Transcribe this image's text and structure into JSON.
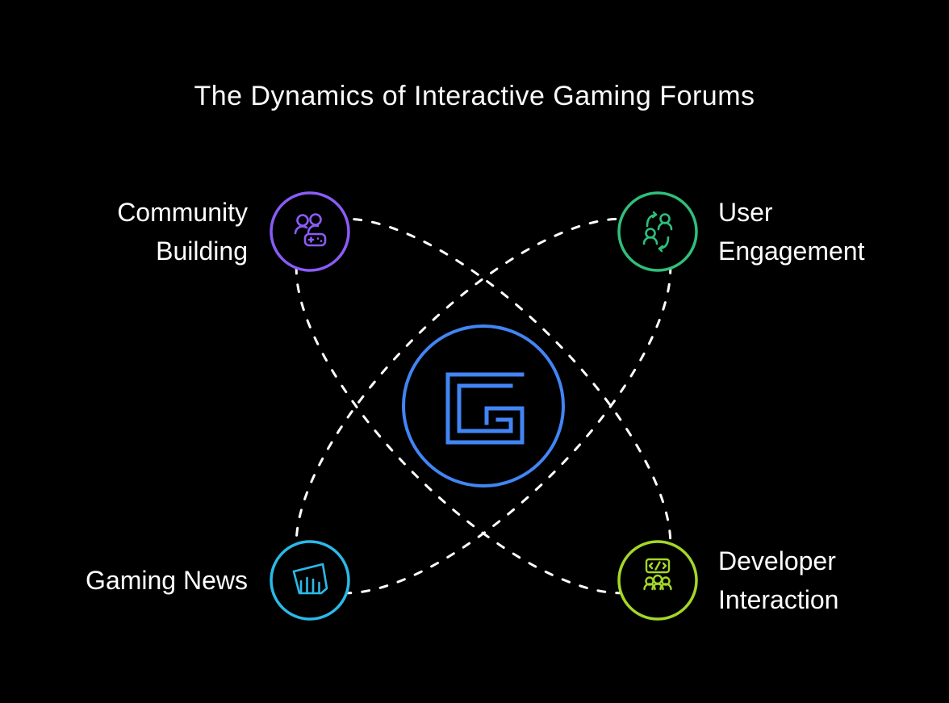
{
  "title": "The Dynamics of Interactive Gaming Forums",
  "background_color": "#000000",
  "connectors": {
    "color": "#ffffff",
    "style": "dashed",
    "shape": "two crossed ellipses through the four nodes"
  },
  "center": {
    "name": "gaming-forum-logo",
    "icon": "square-g-logo-icon",
    "color": "#4285f4"
  },
  "nodes": [
    {
      "id": "community-building",
      "lines": [
        "Community",
        "Building"
      ],
      "color": "#8a5cf6",
      "icon": "community-people-gamepad-icon",
      "position": "top-left"
    },
    {
      "id": "user-engagement",
      "lines": [
        "User",
        "Engagement"
      ],
      "color": "#2fbf7b",
      "icon": "user-swap-arrows-icon",
      "position": "top-right"
    },
    {
      "id": "gaming-news",
      "lines": [
        "Gaming News"
      ],
      "color": "#2bb9e8",
      "icon": "riot-fist-icon",
      "position": "bottom-left"
    },
    {
      "id": "developer-interaction",
      "lines": [
        "Developer",
        "Interaction"
      ],
      "color": "#a4d728",
      "icon": "developers-code-icon",
      "position": "bottom-right"
    }
  ]
}
